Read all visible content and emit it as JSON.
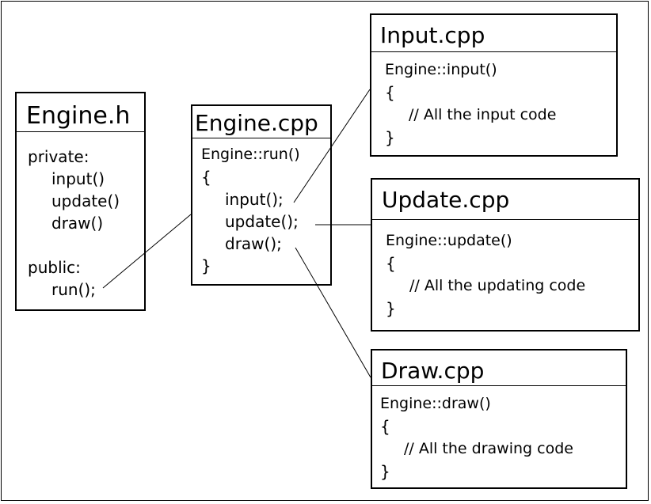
{
  "engine_h": {
    "title": "Engine.h",
    "private_label": "private:",
    "private_members": [
      "input()",
      "update()",
      "draw()"
    ],
    "public_label": "public:",
    "public_members": [
      "run();"
    ]
  },
  "engine_cpp": {
    "title": "Engine.cpp",
    "signature": "Engine::run()",
    "open_brace": "{",
    "calls": [
      "input();",
      "update();",
      "draw();"
    ],
    "close_brace": "}"
  },
  "input_cpp": {
    "title": "Input.cpp",
    "signature": "Engine::input()",
    "open_brace": "{",
    "comment": "// All the input code",
    "close_brace": "}"
  },
  "update_cpp": {
    "title": "Update.cpp",
    "signature": "Engine::update()",
    "open_brace": "{",
    "comment": "// All the updating code",
    "close_brace": "}"
  },
  "draw_cpp": {
    "title": "Draw.cpp",
    "signature": "Engine::draw()",
    "open_brace": "{",
    "comment": "// All the drawing code",
    "close_brace": "}"
  }
}
